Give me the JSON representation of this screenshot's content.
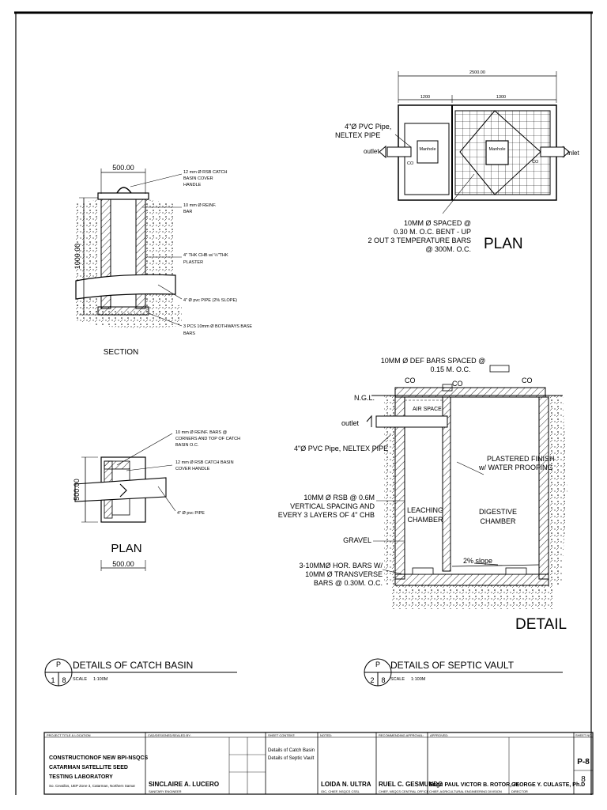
{
  "catch_basin_section": {
    "dim_width": "500.00",
    "dim_height": "1000.00",
    "notes": [
      "12 mm Ø RSB CATCH",
      "BASIN COVER",
      "HANDLE",
      "10 mm Ø REINF.",
      "BAR",
      "4\" THK CHB w/ ½\"THK",
      "PLASTER",
      "4\" Ø pvc PIPE (2% SLOPE)",
      "3 PCS 10mm Ø BOTHWAYS BASE",
      "BARS"
    ],
    "label": "SECTION"
  },
  "catch_basin_plan": {
    "notes": [
      "10 mm Ø REINF. BARS @",
      "CORNERS AND TOP OF CATCH",
      "BASIN O.C.",
      "12 mm Ø RSB CATCH BASIN",
      "COVER HANDLE",
      "4\" Ø pvc PIPE"
    ],
    "dim_height": "500.00",
    "dim_width": "500.00",
    "label": "PLAN"
  },
  "septic_plan": {
    "dim_total": "2500.00",
    "dim_left": "1200",
    "dim_right": "1300",
    "pipe_note": [
      "4\"Ø PVC Pipe,",
      "NELTEX  PIPE"
    ],
    "outlet": "outlet",
    "inlet": "inlet",
    "manhole": "Manhole",
    "co": "CO",
    "bar_note": [
      "10MM Ø SPACED @",
      "0.30 M. O.C. BENT - UP",
      "2 OUT 3 TEMPERATURE BARS",
      "@ 300M. O.C."
    ],
    "label": "PLAN"
  },
  "septic_detail": {
    "top_note": [
      "10MM Ø DEF BARS SPACED @",
      "0.15 M. O.C."
    ],
    "co": "CO",
    "ngl": "N.G.L.",
    "air_space": "AIR SPACE",
    "outlet": "outlet",
    "pipe_note": "4\"Ø PVC Pipe, NELTEX  PIPE",
    "plaster_note": [
      "PLASTERED FINISH",
      "w/ WATER PROOFING"
    ],
    "rsb_note": [
      "10MM Ø RSB @ 0.6M",
      "VERTICAL SPACING AND",
      "EVERY 3 LAYERS OF 4\" CHB"
    ],
    "leaching": [
      "LEACHING",
      "CHAMBER"
    ],
    "digestive": [
      "DIGESTIVE",
      "CHAMBER"
    ],
    "gravel": "GRAVEL",
    "slope": "2% slope",
    "hor_note": [
      "3-10MMØ HOR. BARS W/",
      "10MM Ø TRANSVERSE",
      "BARS @ 0.30M. O.C."
    ],
    "label": "DETAIL"
  },
  "titles": {
    "catch_basin": {
      "p": "P",
      "num": "1",
      "sheet": "8",
      "title": "DETAILS OF CATCH BASIN",
      "scale_label": "SCALE",
      "scale": "1:100M"
    },
    "septic": {
      "p": "P",
      "num": "2",
      "sheet": "8",
      "title": "DETAILS OF SEPTIC VAULT",
      "scale_label": "SCALE",
      "scale": "1:100M"
    }
  },
  "title_block": {
    "project_header": "PROJECT TITLE & LOCATION",
    "project_lines": [
      "CONSTRUCTIONOF NEW BPI-NSQCS",
      "CATARMAN SATELLITE SEED",
      "TESTING LABORATORY"
    ],
    "location": "So. Cevallos, UEP Zone 3, Catarman, Northern Samar",
    "designer_header": "CAD/DESIGNED/SEALED BY:",
    "designer_name": "SINCLAIRE A. LUCERO",
    "designer_title": "SANITARY ENGINEER",
    "content_header": "SHEET CONTENT:",
    "content_lines": [
      "Details of Catch Basin",
      "Details of Septic Vault"
    ],
    "noted_header": "NOTED:",
    "noted_name": "LOIDA N. ULTRA",
    "noted_title": "OIC, CHIEF, NSQCS CSSL",
    "rec_header": "RECOMMENDING APPROVAL:",
    "rec_name": "RUEL C. GESMUNDO",
    "rec_title": "CHIEF, NSQCS CENTRAL OFFICE",
    "eng_name": "Engr. PAUL VICTOR B. ROTOR, Jr.",
    "eng_title": "CHIEF, AGRICULTURAL ENGINEERING DIVISION",
    "appr_header": "APPROVED:",
    "appr_name": "GEORGE Y. CULASTE, Ph.D",
    "appr_title": "DIRECTOR",
    "sheet_header": "SHEET NO.",
    "sheet_no": "P-8",
    "sheet_total": "8"
  }
}
